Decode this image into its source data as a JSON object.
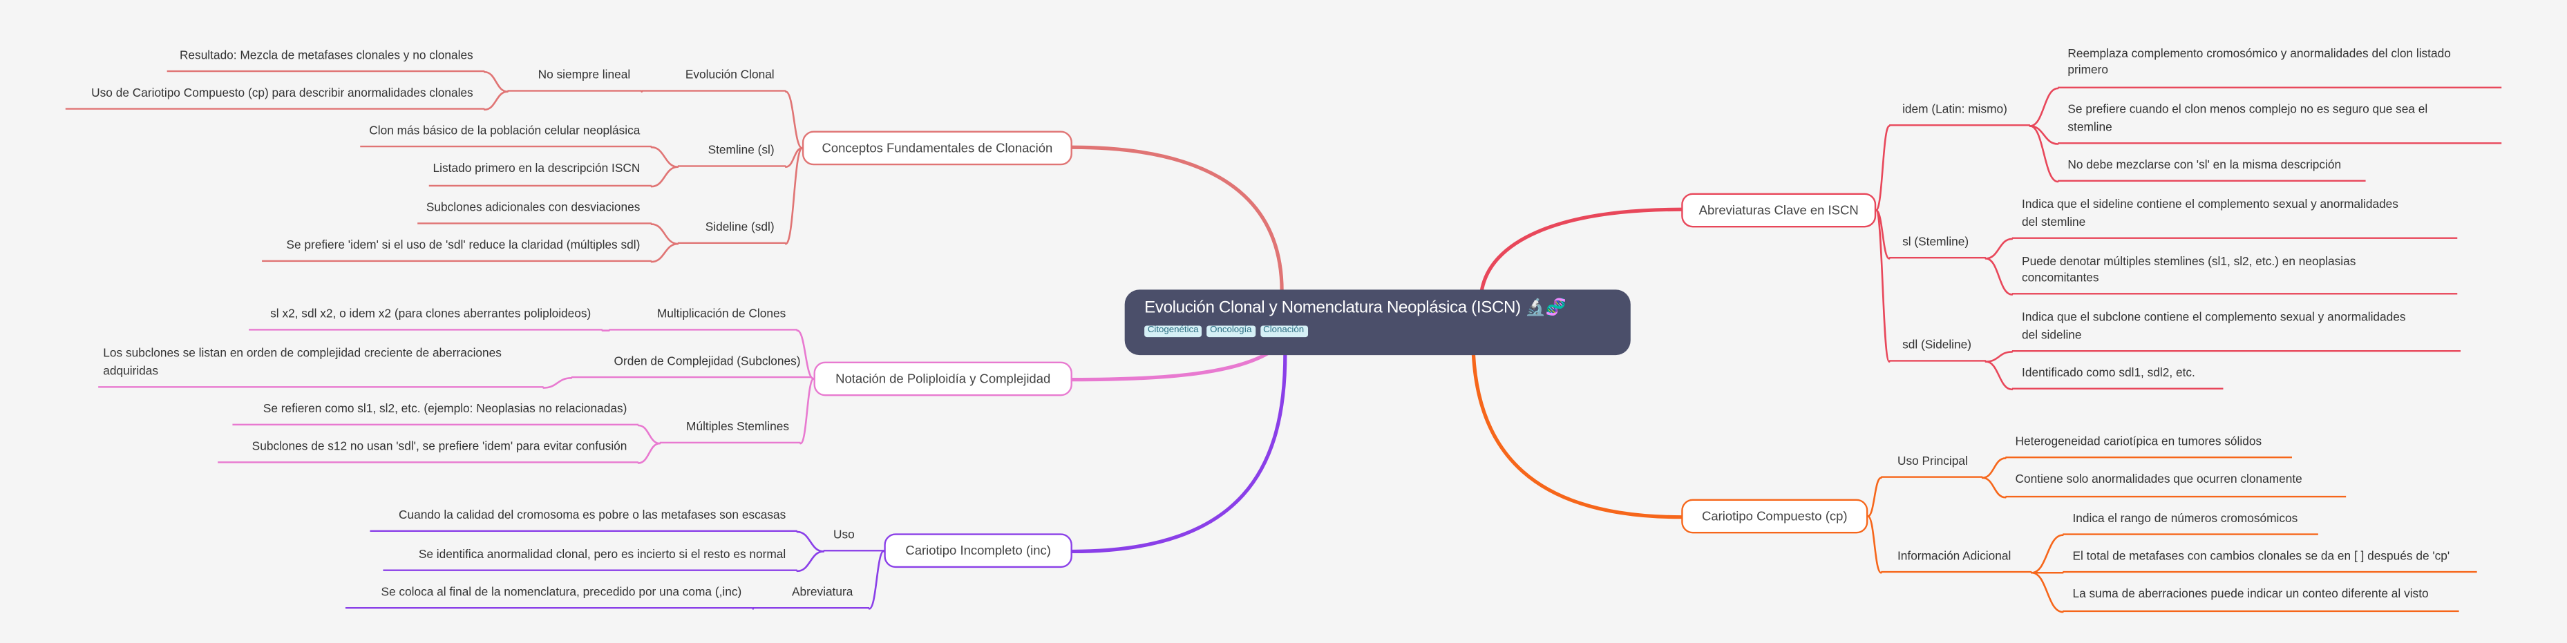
{
  "central": {
    "title": "Evolución Clonal y Nomenclatura Neoplásica (ISCN) 🔬🧬",
    "tags": [
      "Citogenética",
      "Oncología",
      "Clonación"
    ]
  },
  "colors": {
    "background": "#f5f5f5",
    "central": "#4b4f6a",
    "branch_0": "#e07474",
    "branch_1": "#e879d0",
    "branch_2": "#8a3fe8",
    "branch_3": "#e8475a",
    "branch_4": "#f6661a"
  },
  "branches": [
    {
      "label": "Conceptos Fundamentales de Clonación",
      "children": [
        {
          "label": "Evolución Clonal",
          "children": [
            {
              "label": "No siempre lineal",
              "children": [
                {
                  "label": "Resultado: Mezcla de metafases clonales y no clonales"
                },
                {
                  "label": "Uso de Cariotipo Compuesto (cp) para describir anormalidades clonales"
                }
              ]
            }
          ]
        },
        {
          "label": "Stemline (sl)",
          "children": [
            {
              "label": "Clon más básico de la población celular neoplásica"
            },
            {
              "label": "Listado primero en la descripción ISCN"
            }
          ]
        },
        {
          "label": "Sideline (sdl)",
          "children": [
            {
              "label": "Subclones adicionales con desviaciones"
            },
            {
              "label": "Se prefiere 'idem' si el uso de 'sdl' reduce la claridad (múltiples sdl)"
            }
          ]
        }
      ]
    },
    {
      "label": "Notación de Poliploidía y Complejidad",
      "children": [
        {
          "label": "Multiplicación de Clones",
          "children": [
            {
              "label": "sl x2, sdl x2, o idem x2 (para clones aberrantes poliploideos)"
            }
          ]
        },
        {
          "label": "Orden de Complejidad (Subclones)",
          "children": [
            {
              "label": "Los subclones se listan en orden de complejidad creciente de aberraciones\nadquiridas"
            }
          ]
        },
        {
          "label": "Múltiples Stemlines",
          "children": [
            {
              "label": "Se refieren como sl1, sl2, etc. (ejemplo: Neoplasias no relacionadas)"
            },
            {
              "label": "Subclones de s12 no usan 'sdl', se prefiere 'idem' para evitar confusión"
            }
          ]
        }
      ]
    },
    {
      "label": "Cariotipo Incompleto (inc)",
      "children": [
        {
          "label": "Uso",
          "children": [
            {
              "label": "Cuando la calidad del cromosoma es pobre o las metafases son escasas"
            },
            {
              "label": "Se identifica anormalidad clonal, pero es incierto si el resto es normal"
            }
          ]
        },
        {
          "label": "Abreviatura",
          "children": [
            {
              "label": "Se coloca al final de la nomenclatura, precedido por una coma (,inc)"
            }
          ]
        }
      ]
    },
    {
      "label": "Abreviaturas Clave en ISCN",
      "children": [
        {
          "label": "idem (Latin: mismo)",
          "children": [
            {
              "label": "Reemplaza complemento cromosómico y anormalidades del clon listado\nprimero"
            },
            {
              "label": "Se prefiere cuando el clon menos complejo no es seguro que sea el\nstemline"
            },
            {
              "label": "No debe mezclarse con 'sl' en la misma descripción"
            }
          ]
        },
        {
          "label": "sl (Stemline)",
          "children": [
            {
              "label": "Indica que el sideline contiene el complemento sexual y anormalidades\ndel stemline"
            },
            {
              "label": "Puede denotar múltiples stemlines (sl1, sl2, etc.) en neoplasias\nconcomitantes"
            }
          ]
        },
        {
          "label": "sdl (Sideline)",
          "children": [
            {
              "label": "Indica que el subclone contiene el complemento sexual y anormalidades\ndel sideline"
            },
            {
              "label": "Identificado como sdl1, sdl2, etc."
            }
          ]
        }
      ]
    },
    {
      "label": "Cariotipo Compuesto (cp)",
      "children": [
        {
          "label": "Uso Principal",
          "children": [
            {
              "label": "Heterogeneidad cariotípica en tumores sólidos"
            },
            {
              "label": "Contiene solo anormalidades que ocurren clonamente"
            }
          ]
        },
        {
          "label": "Información Adicional",
          "children": [
            {
              "label": "Indica el rango de números cromosómicos"
            },
            {
              "label": "El total de metafases con cambios clonales se da en [ ] después de 'cp'"
            },
            {
              "label": "La suma de aberraciones puede indicar un conteo diferente al visto"
            }
          ]
        }
      ]
    }
  ]
}
